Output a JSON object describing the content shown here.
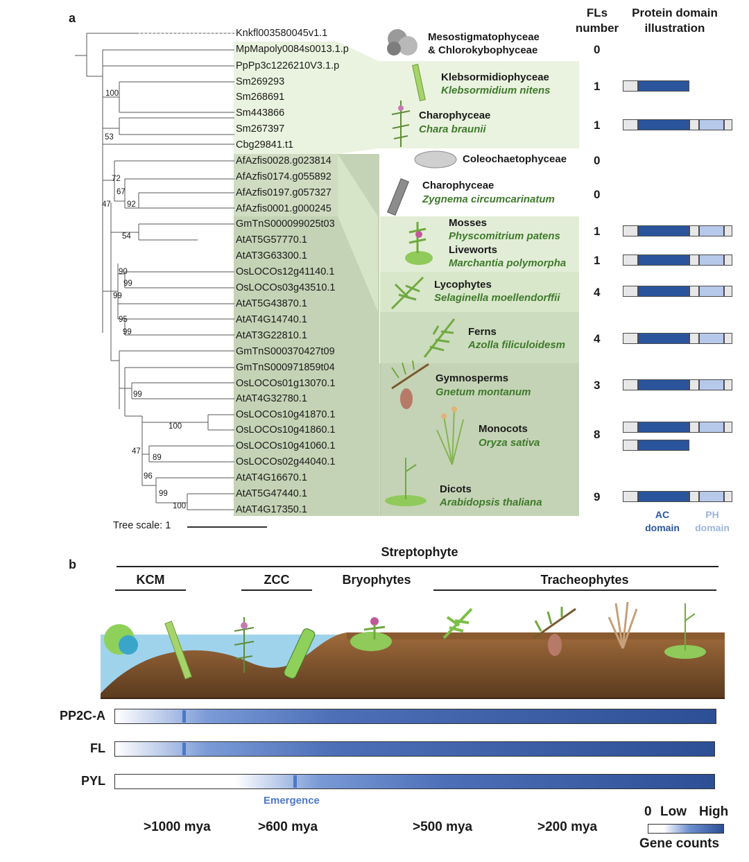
{
  "panel_a": {
    "letter": "a",
    "headers": {
      "fls_line1": "FLs",
      "fls_line2": "number",
      "protein_line1": "Protein domain",
      "protein_line2": "illustration"
    },
    "leaves": [
      "Knkfl003580045v1.1",
      "MpMapoly0084s0013.1.p",
      "PpPp3c1226210V3.1.p",
      "Sm269293",
      "Sm268691",
      "Sm443866",
      "Sm267397",
      "Cbg29841.t1",
      "AfAzfis0028.g023814",
      "AfAzfis0174.g055892",
      "AfAzfis0197.g057327",
      "AfAzfis0001.g000245",
      "GmTnS000099025t03",
      "AtAT5G57770.1",
      "AtAT3G63300.1",
      "OsLOCOs12g41140.1",
      "OsLOCOs03g43510.1",
      "AtAT5G43870.1",
      "AtAT4G14740.1",
      "AtAT3G22810.1",
      "GmTnS000370427t09",
      "GmTnS000971859t04",
      "OsLOCOs01g13070.1",
      "AtAT4G32780.1",
      "OsLOCOs10g41870.1",
      "OsLOCOs10g41860.1",
      "OsLOCOs10g41060.1",
      "OsLOCOs02g44040.1",
      "AtAT4G16670.1",
      "AtAT5G47440.1",
      "AtAT4G17350.1"
    ],
    "bootstrap": [
      "100",
      "53",
      "72",
      "67",
      "47",
      "92",
      "54",
      "90",
      "99",
      "99",
      "95",
      "99",
      "99",
      "100",
      "47",
      "89",
      "96",
      "99",
      "100"
    ],
    "tree_scale": "Tree scale: 1",
    "groups": [
      {
        "name": "Mesostigmatophyceae",
        "name2": "& Chlorokybophyceae",
        "species": "",
        "count": "0"
      },
      {
        "name": "Klebsormidiophyceae",
        "species": "Klebsormidium  nitens",
        "count": "1"
      },
      {
        "name": "Charophyceae",
        "species": "Chara braunii",
        "count": "1"
      },
      {
        "name": "Coleochaetophyceae",
        "species": "",
        "count": "0"
      },
      {
        "name": "Charophyceae",
        "species": "Zygnema  circumcarinatum",
        "count": "0"
      },
      {
        "name": "Mosses",
        "species": "Physcomitrium  patens",
        "count": "1"
      },
      {
        "name": "Liveworts",
        "species": "Marchantia polymorpha",
        "count": "1"
      },
      {
        "name": "Lycophytes",
        "species": "Selaginella  moellendorffii",
        "count": "4"
      },
      {
        "name": "Ferns",
        "species": "Azolla filiculoidesm",
        "count": "4"
      },
      {
        "name": "Gymnosperms",
        "species": "Gnetum  montanum",
        "count": "3"
      },
      {
        "name": "Monocots",
        "species": "Oryza sativa",
        "count": "8"
      },
      {
        "name": "Dicots",
        "species": "Arabidopsis  thaliana",
        "count": "9"
      }
    ],
    "domain_legend": {
      "ac_line1": "AC",
      "ac_line2": "domain",
      "ph_line1": "PH",
      "ph_line2": "domain"
    },
    "colors": {
      "ac": "#2a559c",
      "ph": "#b7c9ea",
      "terminal": "#e7e7e7",
      "light_green": "#eaf3df",
      "mid_green": "#d6e5c8",
      "dark_green": "#c4d3b5",
      "species_green": "#3f7a2c"
    }
  },
  "panel_b": {
    "letter": "b",
    "streptophyte": "Streptophyte",
    "clades": [
      "KCM",
      "ZCC",
      "Bryophytes",
      "Tracheophytes"
    ],
    "bars": [
      {
        "label": "PP2C-A",
        "emergence_fraction": 0.115
      },
      {
        "label": "FL",
        "emergence_fraction": 0.115
      },
      {
        "label": "PYL",
        "emergence_fraction": 0.3
      }
    ],
    "emergence": "Emergence",
    "times": [
      ">1000 mya",
      ">600 mya",
      ">500 mya",
      ">200 mya"
    ],
    "legend": {
      "zero": "0",
      "low": "Low",
      "high": "High",
      "title": "Gene counts"
    },
    "colors": {
      "gradient_start": "#ffffff",
      "gradient_end": "#2c4f95",
      "water": "#9fd3ec",
      "soil": "#7a4e2a",
      "marker": "#4d78c9"
    }
  }
}
